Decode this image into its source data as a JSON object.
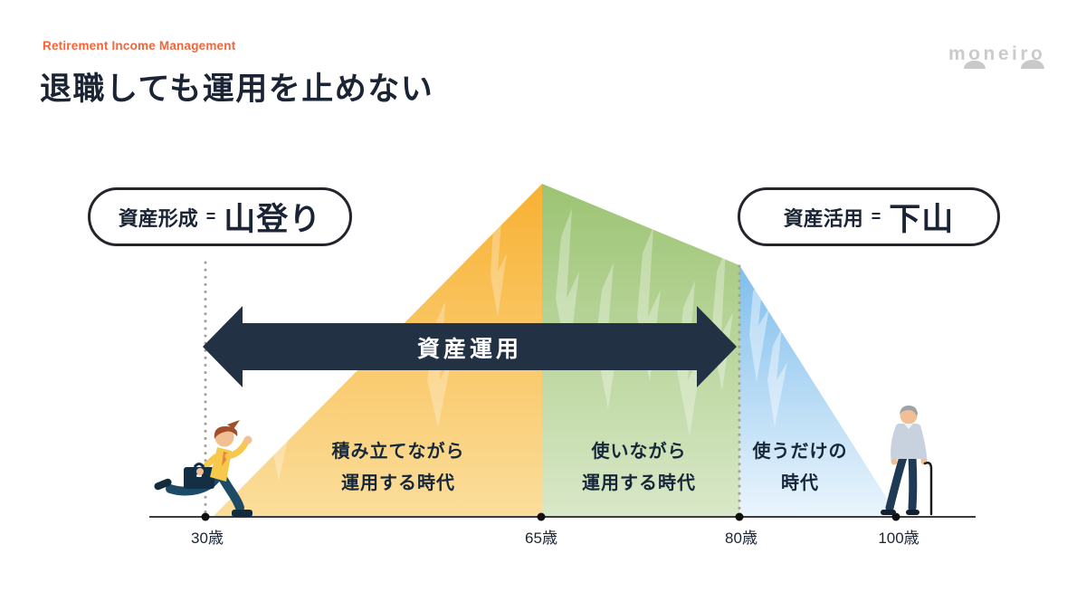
{
  "header": {
    "eyebrow": "Retirement Income Management",
    "title": "退職しても運用を止めない"
  },
  "logo": {
    "wordmark": "moneiro"
  },
  "equations": {
    "left": {
      "label": "資産形成",
      "equals": "=",
      "value": "山登り"
    },
    "right": {
      "label": "資産活用",
      "equals": "=",
      "value": "下山"
    }
  },
  "arrow": {
    "label": "資産運用"
  },
  "phases": [
    {
      "line1": "積み立てながら",
      "line2": "運用する時代",
      "start_age": "30歳",
      "end_age": "65歳",
      "color": "#F8B133"
    },
    {
      "line1": "使いながら",
      "line2": "運用する時代",
      "start_age": "65歳",
      "end_age": "80歳",
      "color": "#9CC473"
    },
    {
      "line1": "使うだけの",
      "line2": "時代",
      "start_age": "80歳",
      "end_age": "100歳",
      "color": "#7EBEEC"
    }
  ],
  "axis": {
    "ticks": [
      "30歳",
      "65歳",
      "80歳",
      "100歳"
    ]
  },
  "colors": {
    "accent_orange": "#F2653A",
    "navy_text": "#1B2435",
    "arrow_navy": "#233144",
    "mountain_yellow_top": "#F8B133",
    "mountain_yellow_bottom": "#FBDE9C",
    "mountain_green_top": "#9CC473",
    "mountain_green_bottom": "#D9E8C8",
    "mountain_blue_top": "#7EBEEC",
    "mountain_blue_bottom": "#EBF5FD"
  }
}
